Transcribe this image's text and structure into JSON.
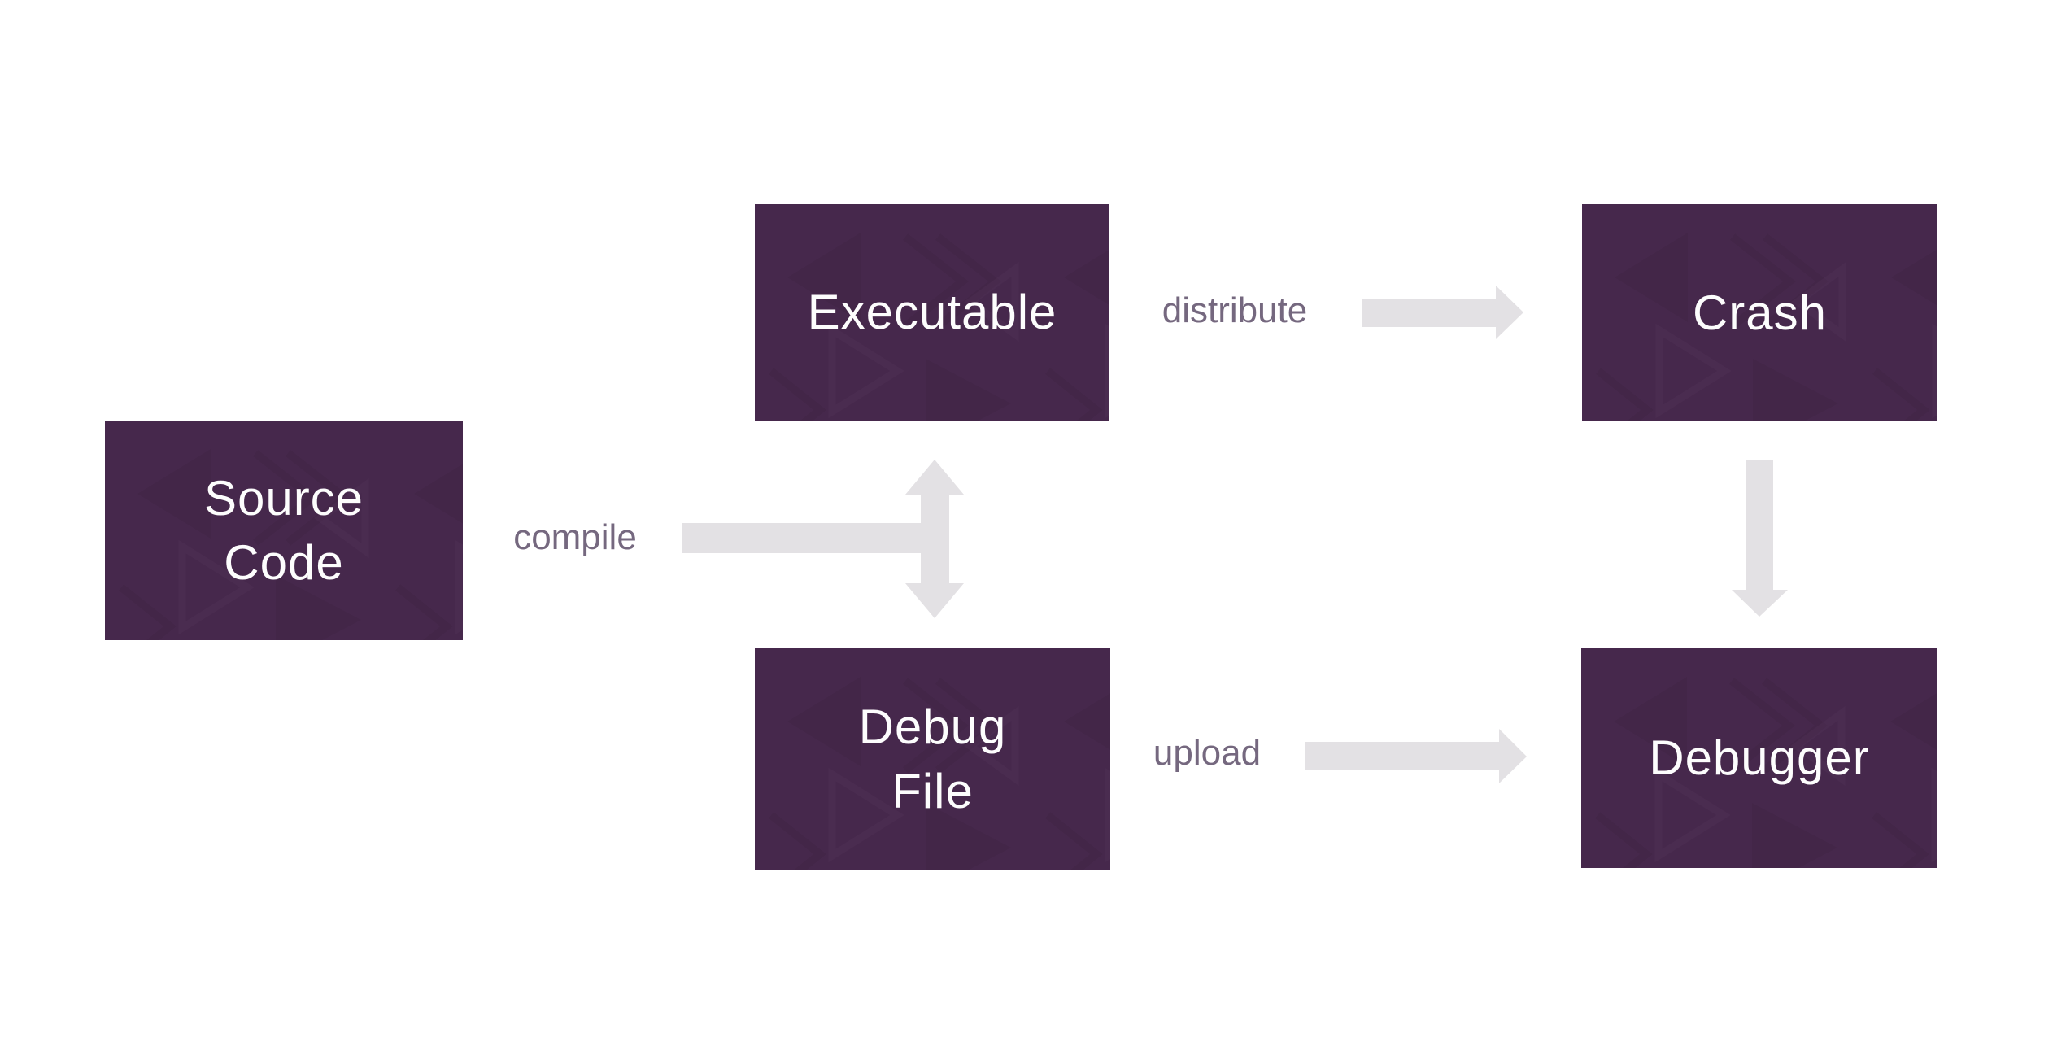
{
  "diagram": {
    "nodes": {
      "source": {
        "label": "Source\nCode"
      },
      "executable": {
        "label": "Executable"
      },
      "crash": {
        "label": "Crash"
      },
      "debug_file": {
        "label": "Debug\nFile"
      },
      "debugger": {
        "label": "Debugger"
      }
    },
    "edges": {
      "compile": {
        "label": "compile",
        "from": "source",
        "to": "executable, debug_file",
        "style": "double-headed-vertical-tee"
      },
      "distribute": {
        "label": "distribute",
        "from": "executable",
        "to": "crash"
      },
      "upload": {
        "label": "upload",
        "from": "debug_file",
        "to": "debugger"
      },
      "crash_to_debugger": {
        "label": "",
        "from": "crash",
        "to": "debugger"
      }
    },
    "colors": {
      "background": "#ffffff",
      "node_fill": "#46284c",
      "node_text": "#fdfdfd",
      "edge_label_text": "#75687f",
      "arrow_fill": "#e3e1e4"
    }
  }
}
